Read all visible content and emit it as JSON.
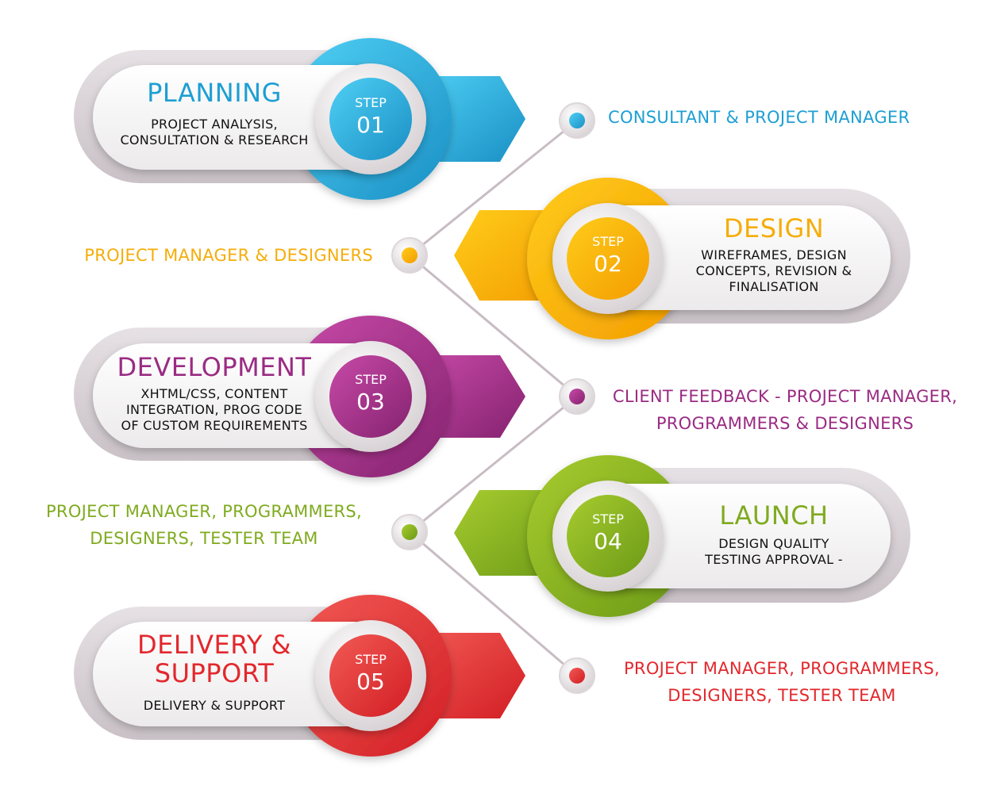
{
  "colors": {
    "step1": "#1d9fd3",
    "step2": "#f5ad0a",
    "step3": "#9a2b83",
    "step4": "#7fab1f",
    "step5": "#e2282d",
    "connector": "#c8bcc4"
  },
  "steps": [
    {
      "step_label": "STEP",
      "number": "01",
      "title": [
        "PLANNING"
      ],
      "description": [
        "PROJECT ANALYSIS,",
        "CONSULTATION & RESEARCH"
      ]
    },
    {
      "step_label": "STEP",
      "number": "02",
      "title": [
        "DESIGN"
      ],
      "description": [
        "WIREFRAMES, DESIGN",
        "CONCEPTS, REVISION &",
        "FINALISATION"
      ]
    },
    {
      "step_label": "STEP",
      "number": "03",
      "title": [
        "DEVELOPMENT"
      ],
      "description": [
        "XHTML/CSS, CONTENT",
        "INTEGRATION, PROG CODE",
        "OF CUSTOM REQUIREMENTS"
      ]
    },
    {
      "step_label": "STEP",
      "number": "04",
      "title": [
        "LAUNCH"
      ],
      "description": [
        "DESIGN QUALITY",
        "TESTING APPROVAL -"
      ]
    },
    {
      "step_label": "STEP",
      "number": "05",
      "title": [
        "DELIVERY &",
        "SUPPORT"
      ],
      "description": [
        "DELIVERY & SUPPORT"
      ]
    }
  ],
  "roles": [
    {
      "lines": [
        "CONSULTANT & PROJECT MANAGER"
      ]
    },
    {
      "lines": [
        "PROJECT MANAGER & DESIGNERS"
      ]
    },
    {
      "lines": [
        "CLIENT FEEDBACK - PROJECT MANAGER,",
        "PROGRAMMERS & DESIGNERS"
      ]
    },
    {
      "lines": [
        "PROJECT MANAGER, PROGRAMMERS,",
        "DESIGNERS, TESTER TEAM"
      ]
    },
    {
      "lines": [
        "PROJECT MANAGER, PROGRAMMERS,",
        "DESIGNERS, TESTER TEAM"
      ]
    }
  ]
}
